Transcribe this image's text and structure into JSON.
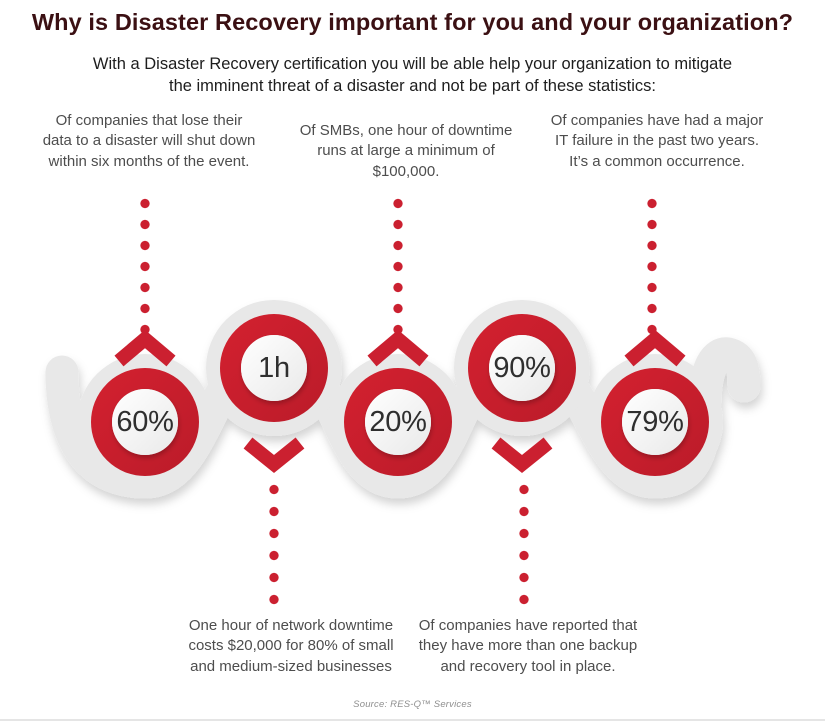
{
  "page": {
    "title": "Why is Disaster Recovery important for you and your organization?",
    "subtitle": "With a Disaster Recovery certification you will be able help your organization to mitigate the imminent threat of a disaster and not be part of these statistics:",
    "source": "Source: RES-Q™ Services"
  },
  "colors": {
    "accent_red": "#cb2030",
    "ribbon_gray": "#e8e8e8",
    "title_text": "#3b1013",
    "body_text": "#4d4d4d"
  },
  "stats": [
    {
      "value": "60%",
      "callout_position": "top",
      "description": "Of companies that lose their data to a disaster will shut down within six months of the event."
    },
    {
      "value": "1h",
      "callout_position": "bottom",
      "description": "One hour of network downtime costs $20,000 for 80% of small and medium-sized businesses"
    },
    {
      "value": "20%",
      "callout_position": "top",
      "description": "Of SMBs, one hour of downtime runs at large a minimum of $100,000."
    },
    {
      "value": "90%",
      "callout_position": "bottom",
      "description": "Of companies have reported that they have more than one backup and recovery tool in place."
    },
    {
      "value": "79%",
      "callout_position": "top",
      "description": "Of companies have had a major IT failure in the past two years. It’s a common occurrence."
    }
  ]
}
